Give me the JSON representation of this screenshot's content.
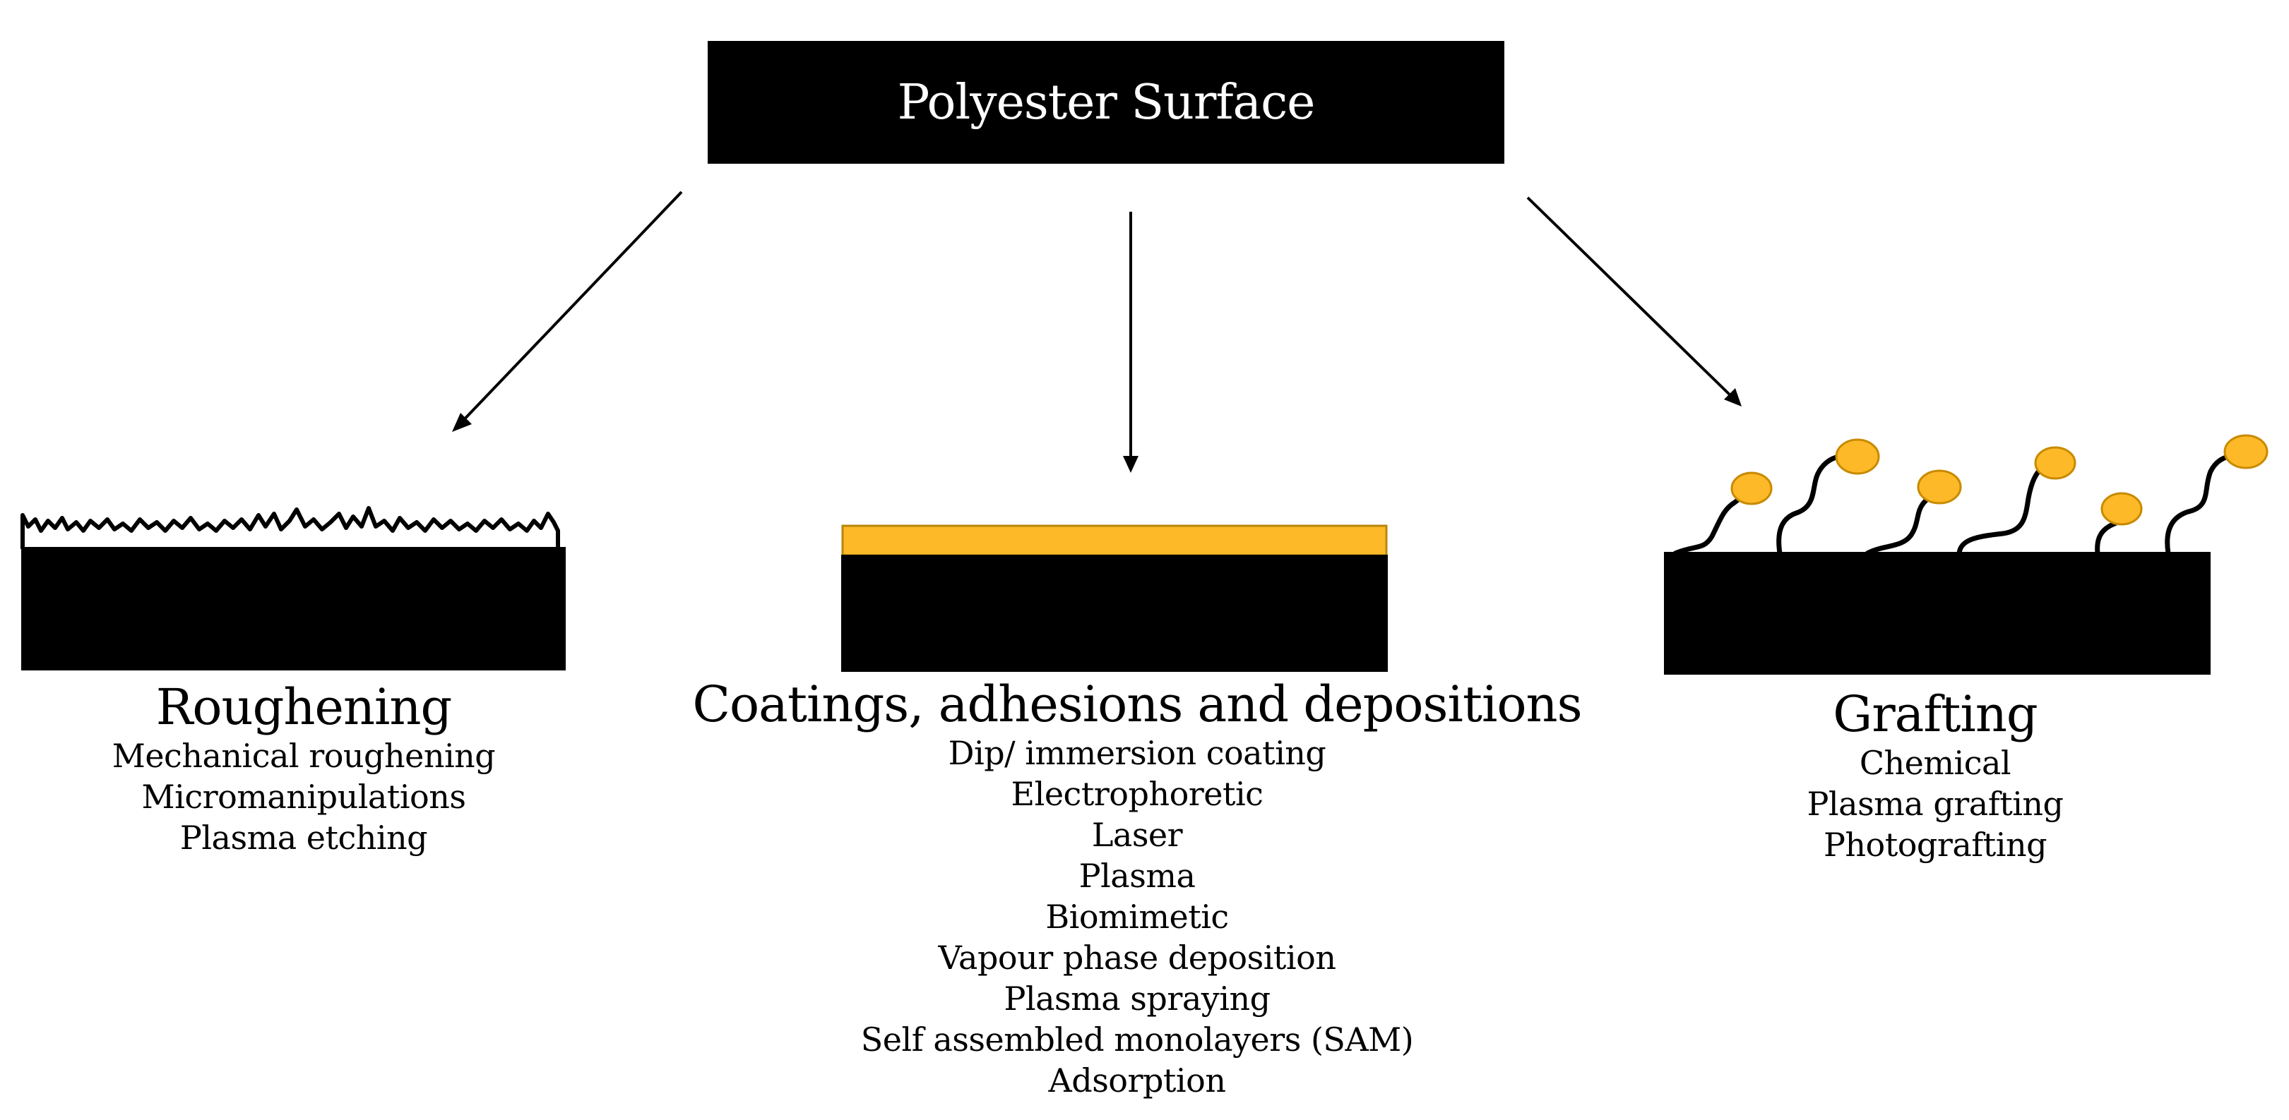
{
  "title": "Polyester Surface",
  "colors": {
    "substrate": "#000000",
    "coating": "#FDB927",
    "coating_border": "#B8860B",
    "graft_head": "#FDB927",
    "graft_head_border": "#C88A00"
  },
  "branches": [
    {
      "heading": "Roughening",
      "items": [
        "Mechanical roughening",
        "Micromanipulations",
        "Plasma etching"
      ]
    },
    {
      "heading": "Coatings, adhesions and depositions",
      "items": [
        "Dip/ immersion coating",
        "Electrophoretic",
        "Laser",
        "Plasma",
        "Biomimetic",
        "Vapour phase deposition",
        "Plasma spraying",
        "Self assembled monolayers (SAM)",
        "Adsorption"
      ]
    },
    {
      "heading": "Grafting",
      "items": [
        "Chemical",
        "Plasma grafting",
        "Photografting"
      ]
    }
  ]
}
